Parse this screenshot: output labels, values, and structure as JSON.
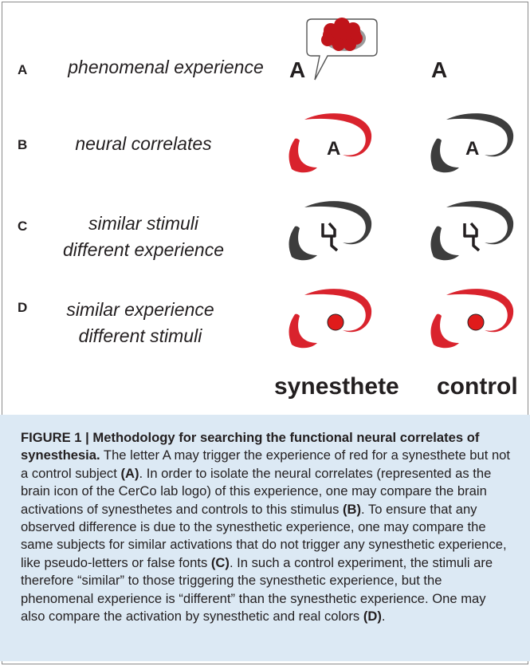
{
  "rows": [
    {
      "letter": "A",
      "label": [
        "phenomenal experience"
      ]
    },
    {
      "letter": "B",
      "label": [
        "neural correlates"
      ]
    },
    {
      "letter": "C",
      "label": [
        "similar stimuli",
        "different experience"
      ]
    },
    {
      "letter": "D",
      "label": [
        "similar experience",
        "different stimuli"
      ]
    }
  ],
  "columns": {
    "left": "synesthete",
    "right": "control"
  },
  "stimulus_letter": "A",
  "colors": {
    "red_brain": "#d9232d",
    "gray_brain": "#3d3d3d",
    "red_dot": "#e01b1b",
    "bubble_fill": "#c0141a",
    "caption_bg": "#dce9f4"
  },
  "caption": {
    "heading": "FIGURE 1 | Methodology for searching the functional neural correlates of synesthesia.",
    "s1": " The letter A may trigger the experience of red for a synesthete but not a control subject ",
    "r1": "(A)",
    "s2": ". In order to isolate the neural correlates (represented as the brain icon of the CerCo lab logo) of this experience, one may compare the brain activations of synesthetes and controls to this stimulus ",
    "r2": "(B)",
    "s3": ". To ensure that any observed difference is due to the synesthetic experience, one may compare the same subjects for similar activations that do not trigger any synesthetic experience, like pseudo-letters or false fonts ",
    "r3": "(C)",
    "s4": ". In such a control experiment, the stimuli are therefore “similar” to those triggering the synesthetic experience, but the phenomenal experience is “different” than the synesthetic experience. One may also compare the activation by synesthetic and real colors ",
    "r4": "(D)",
    "s5": "."
  }
}
